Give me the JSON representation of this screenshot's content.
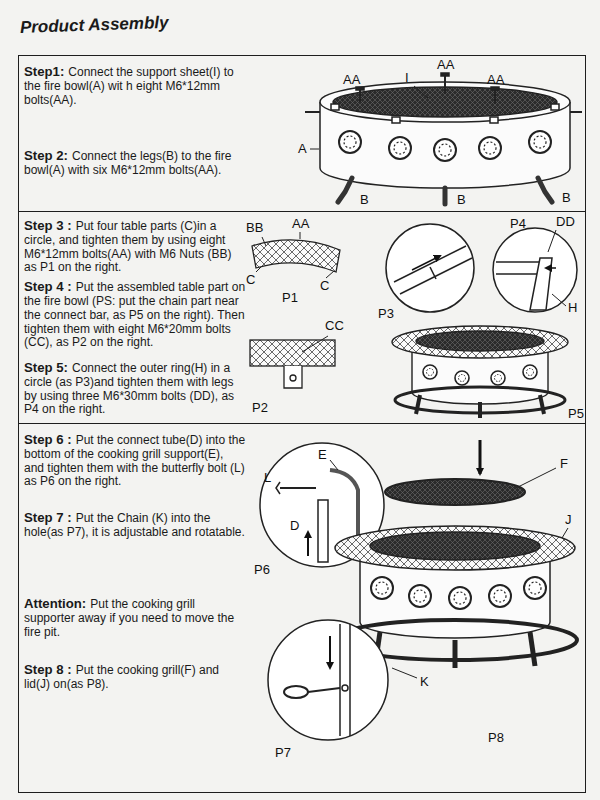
{
  "diagram": {
    "title": "Product Assembly",
    "nodes": [
      {
        "text": [
          "Step1:",
          "Connect the support sheet(I) to the fire bowl(A) wit h eight M6*12mm bolts(AA).",
          "Step 2:",
          "Connect the legs(B) to the fire bowl(A) with six M6*12mm bolts(AA)."
        ]
      },
      {
        "text": [
          "Step 3 :",
          "Put four table parts (C)in a circle, and tighten them by using eight M6*12mm bolts(AA) with M6 Nuts (BB) as P1 on the right.",
          "Step 4 :",
          "Put the assembled table part on the fire bowl (PS: put the chain part near the connect bar, as P5 on the right). Then tighten them with eight M6*20mm bolts (CC), as P2 on the right.",
          "Step 5:",
          "Connect the outer ring(H) in a circle (as P3)and tighten them with legs by using three M6*30mm bolts (DD), as P4 on the right."
        ]
      },
      {
        "text": [
          "Step 6 :",
          "Put the connect tube(D) into the bottom of the cooking grill support(E), and tighten them with the butterfly bolt (L) as P6 on the right.",
          "Step 7 :",
          "Put the Chain (K) into the hole(as P7), it is adjustable and rotatable.",
          "Attention:",
          "Put the cooking grill supporter away if you need to move the fire pit.",
          "Step 8 :",
          "Put the cooking grill(F) and lid(J) on(as P8)."
        ]
      }
    ],
    "labels": [
      "AA",
      "AA",
      "I",
      "AA",
      "A",
      "B",
      "B",
      "B",
      "BB",
      "AA",
      "C",
      "C",
      "P1",
      "P3",
      "P4",
      "DD",
      "H",
      "CC",
      "P2",
      "P5",
      "E",
      "L",
      "D",
      "P6",
      "F",
      "J",
      "K",
      "P7",
      "P8"
    ]
  }
}
